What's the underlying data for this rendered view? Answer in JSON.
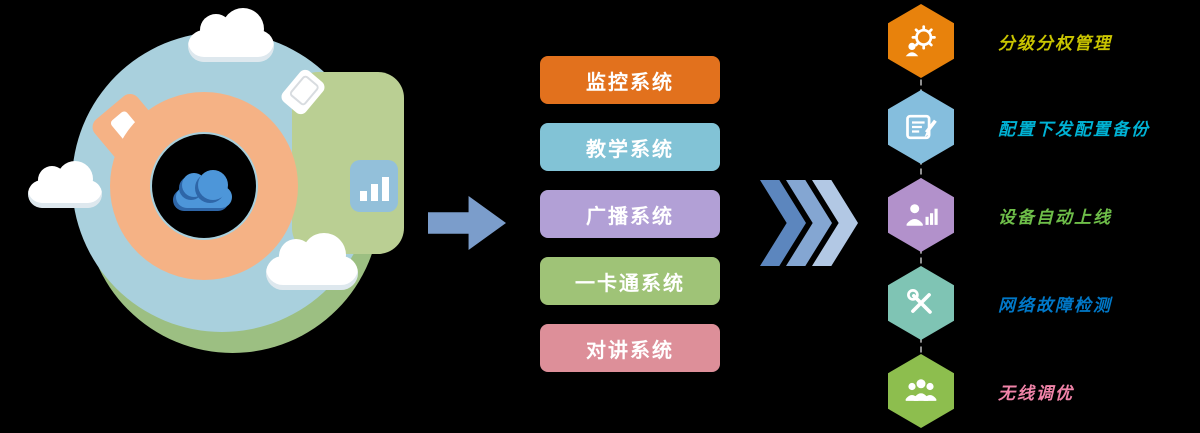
{
  "canvas": {
    "background": "#000000"
  },
  "illustration": {
    "name": "cloud-platform-globe",
    "cloud_logo": "cloud",
    "device_icons": [
      "tablet-icon",
      "phone-icon",
      "bar-chart-icon"
    ],
    "decorations": [
      "cloud-top",
      "cloud-left",
      "cloud-bottom"
    ]
  },
  "systems": [
    {
      "label": "监控系统",
      "color": "#E2711D"
    },
    {
      "label": "教学系统",
      "color": "#82C3D6"
    },
    {
      "label": "广播系统",
      "color": "#B2A0D6"
    },
    {
      "label": "一卡通系统",
      "color": "#9FC377"
    },
    {
      "label": "对讲系统",
      "color": "#DD8F99"
    }
  ],
  "features": [
    {
      "label": "分级分权管理",
      "label_color": "#C9C400",
      "hex_color": "#E8820C",
      "icon": "gear-person-icon"
    },
    {
      "label": "配置下发配置备份",
      "label_color": "#00B2D4",
      "hex_color": "#85BEDD",
      "icon": "edit-document-icon"
    },
    {
      "label": "设备自动上线",
      "label_color": "#6EBE49",
      "hex_color": "#B291CB",
      "icon": "person-chart-icon"
    },
    {
      "label": "网络故障检测",
      "label_color": "#0078C8",
      "hex_color": "#7FC4B4",
      "icon": "tools-icon"
    },
    {
      "label": "无线调优",
      "label_color": "#F083A8",
      "hex_color": "#8DBE4E",
      "icon": "people-icon"
    }
  ],
  "arrows": {
    "flow_arrow_color": "#7B9DCB",
    "chevron_colors": [
      "#5C86BE",
      "#84A6D2",
      "#B2C8E4"
    ]
  }
}
